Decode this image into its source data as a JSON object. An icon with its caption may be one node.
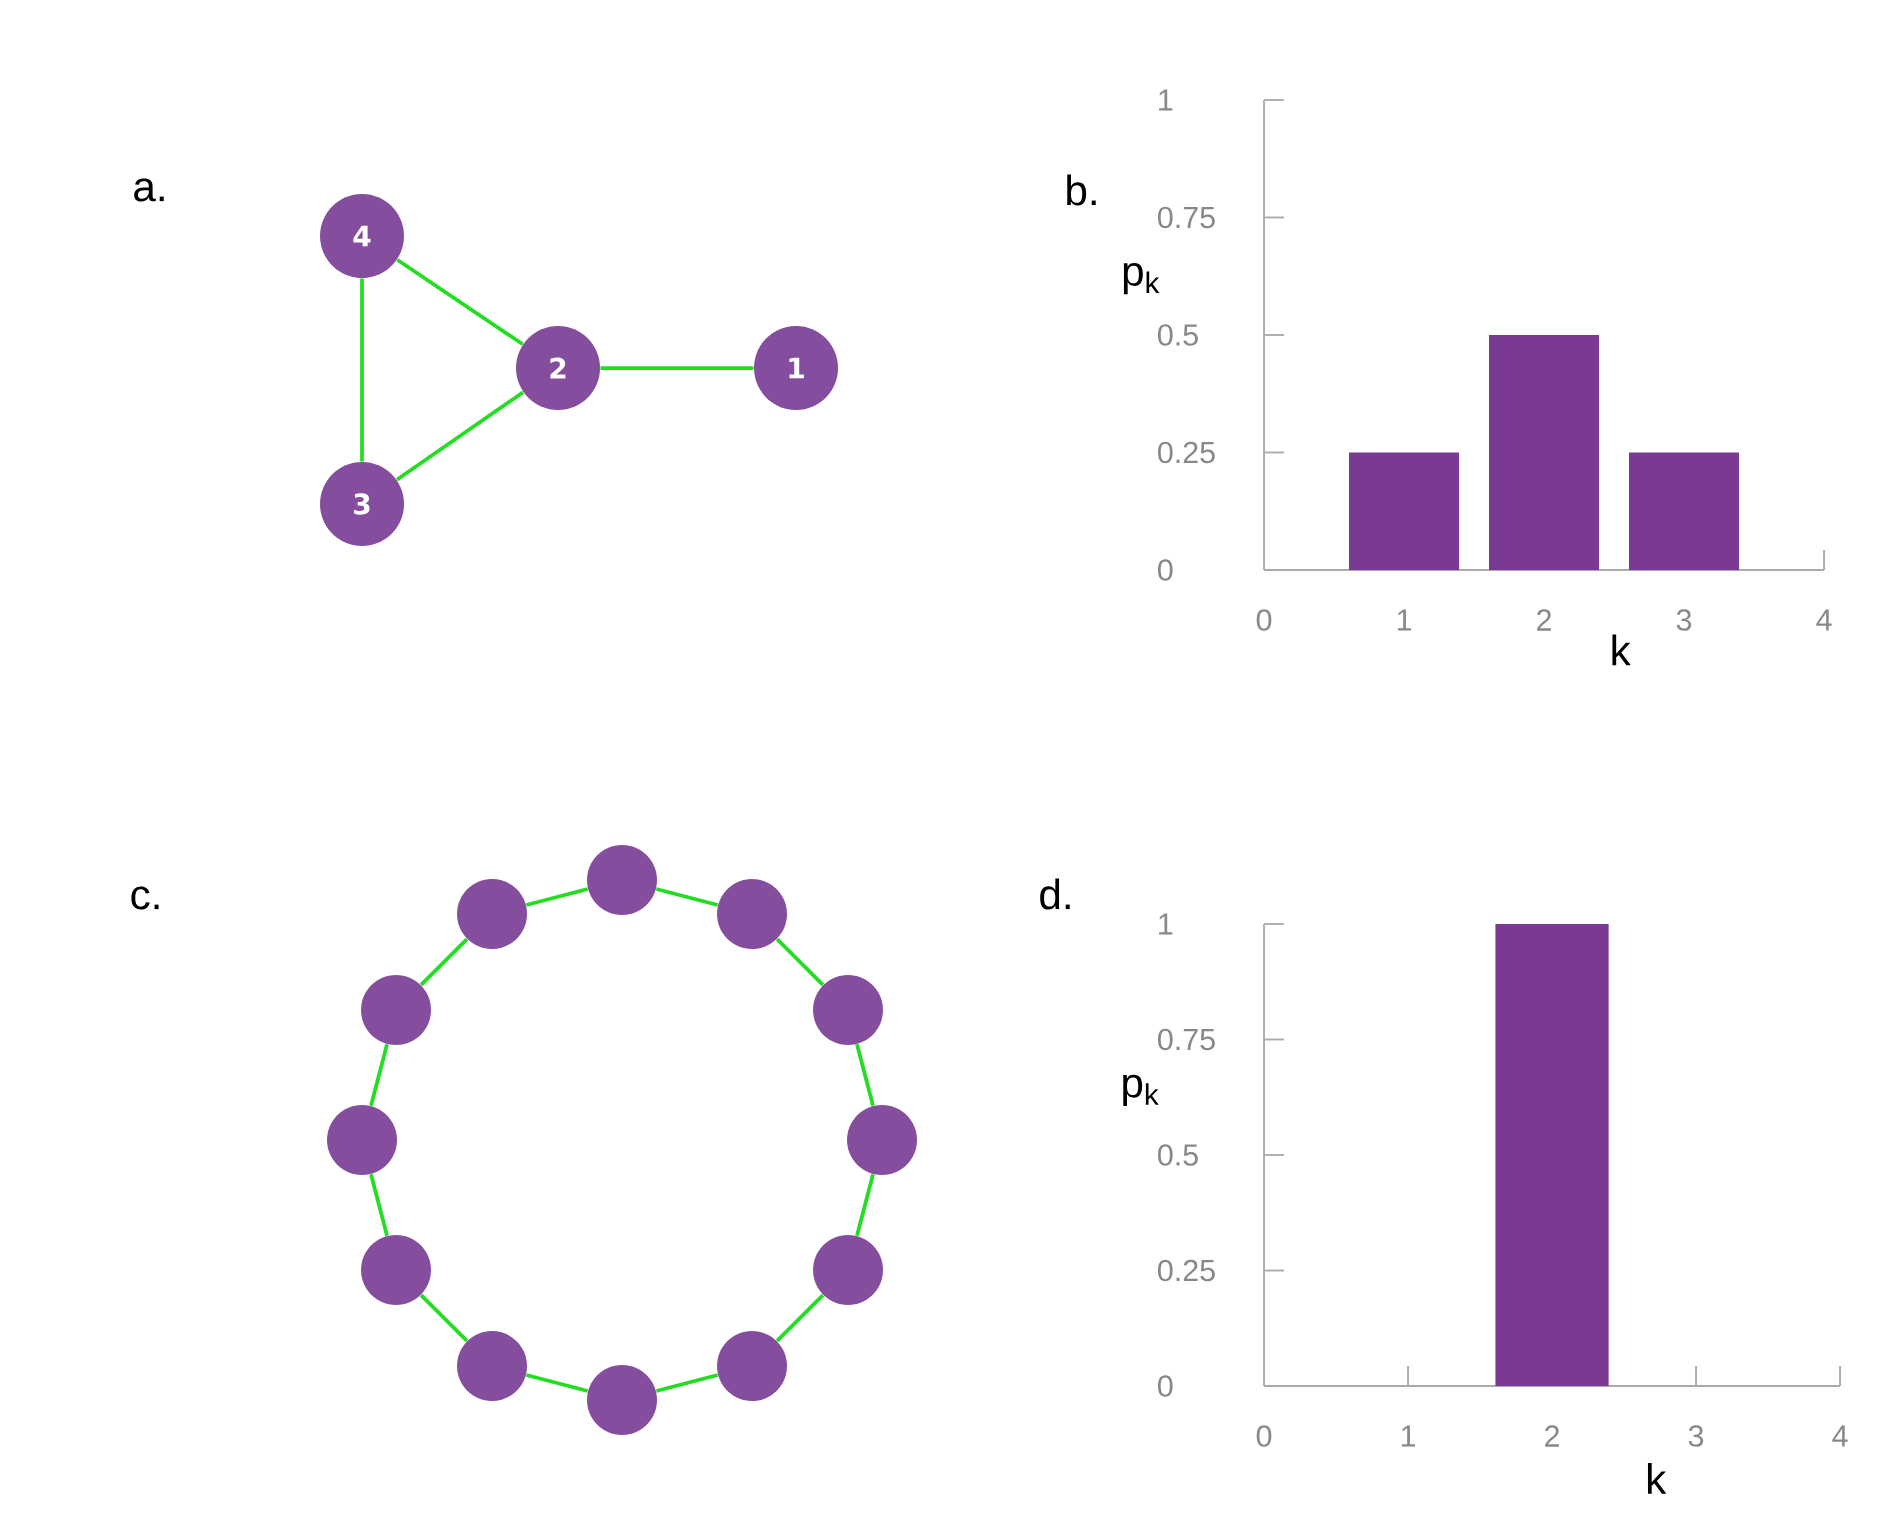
{
  "diagram": {
    "nodes": [
      {
        "text": [
          "4"
        ]
      },
      {
        "text": [
          "2"
        ]
      },
      {
        "text": [
          "3"
        ]
      },
      {
        "text": [
          "1"
        ]
      },
      {
        "text": [],
        "shape": "circle"
      },
      {
        "text": [],
        "shape": "circle"
      },
      {
        "text": [],
        "shape": "circle"
      },
      {
        "text": [],
        "shape": "circle"
      },
      {
        "text": [],
        "shape": "circle"
      },
      {
        "text": [],
        "shape": "circle"
      },
      {
        "text": [],
        "shape": "circle"
      },
      {
        "text": [],
        "shape": "circle"
      },
      {
        "text": [],
        "shape": "circle"
      },
      {
        "text": [],
        "shape": "circle"
      },
      {
        "text": [],
        "shape": "circle"
      },
      {
        "text": [],
        "shape": "circle"
      }
    ],
    "edges": [
      {
        "from": 0,
        "to": 1,
        "arrow": "none"
      },
      {
        "from": 0,
        "to": 2,
        "arrow": "none"
      },
      {
        "from": 2,
        "to": 1,
        "arrow": "none"
      },
      {
        "from": 1,
        "to": 3,
        "arrow": "none"
      },
      {
        "from": 4,
        "to": 5,
        "arrow": "none"
      },
      {
        "from": 5,
        "to": 7,
        "arrow": "none"
      },
      {
        "from": 7,
        "to": 9,
        "arrow": "none"
      },
      {
        "from": 9,
        "to": 11,
        "arrow": "none"
      },
      {
        "from": 11,
        "to": 13,
        "arrow": "none"
      },
      {
        "from": 13,
        "to": 15,
        "arrow": "none"
      },
      {
        "from": 15,
        "to": 14,
        "arrow": "none"
      },
      {
        "from": 14,
        "to": 12,
        "arrow": "none"
      },
      {
        "from": 12,
        "to": 10,
        "arrow": "none"
      },
      {
        "from": 10,
        "to": 8,
        "arrow": "none"
      },
      {
        "from": 8,
        "to": 6,
        "arrow": "none"
      },
      {
        "from": 6,
        "to": 4,
        "arrow": "none"
      }
    ],
    "labels": [
      "a.",
      "b.",
      "c.",
      "d."
    ],
    "chart_data": [
      {
        "type": "bar",
        "xlabel": "k",
        "ylabel": "p$_{k}$",
        "x": [
          1,
          2,
          3
        ],
        "values": [
          0.25,
          0.5,
          0.25
        ],
        "color": "#7b3a92",
        "xlim": [
          0,
          4
        ],
        "ylim": [
          0,
          1
        ],
        "xticks": [
          0,
          1,
          2,
          3,
          4
        ],
        "yticks": [
          0,
          0.25,
          0.5,
          0.75,
          1
        ]
      },
      {
        "type": "bar",
        "xlabel": "k",
        "ylabel": "p$_{k}$",
        "x": [
          2
        ],
        "values": [
          1
        ],
        "color": "#7b3a92",
        "xlim": [
          0,
          4
        ],
        "ylim": [
          0,
          1
        ],
        "xticks": [
          0,
          1,
          2,
          3,
          4
        ],
        "yticks": [
          0,
          0.25,
          0.5,
          0.75,
          1
        ]
      }
    ]
  }
}
